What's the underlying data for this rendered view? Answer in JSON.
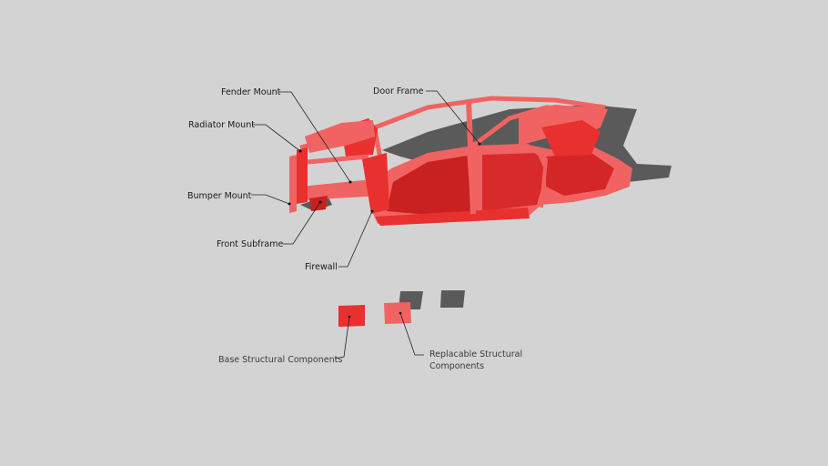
{
  "labels": {
    "fender_mount": "Fender Mount",
    "door_frame": "Door Frame",
    "radiator_mount": "Radiator Mount",
    "bumper_mount": "Bumper Mount",
    "front_subframe": "Front Subframe",
    "firewall": "Firewall"
  },
  "legend": {
    "base": "Base Structural Components",
    "replaceable_line1": "Replacable Structural",
    "replaceable_line2": "Components"
  },
  "colors": {
    "background": "#d3d3d3",
    "base_component": "#e8302f",
    "replaceable_component": "#f16363",
    "shadow": "#5a5a5a"
  }
}
